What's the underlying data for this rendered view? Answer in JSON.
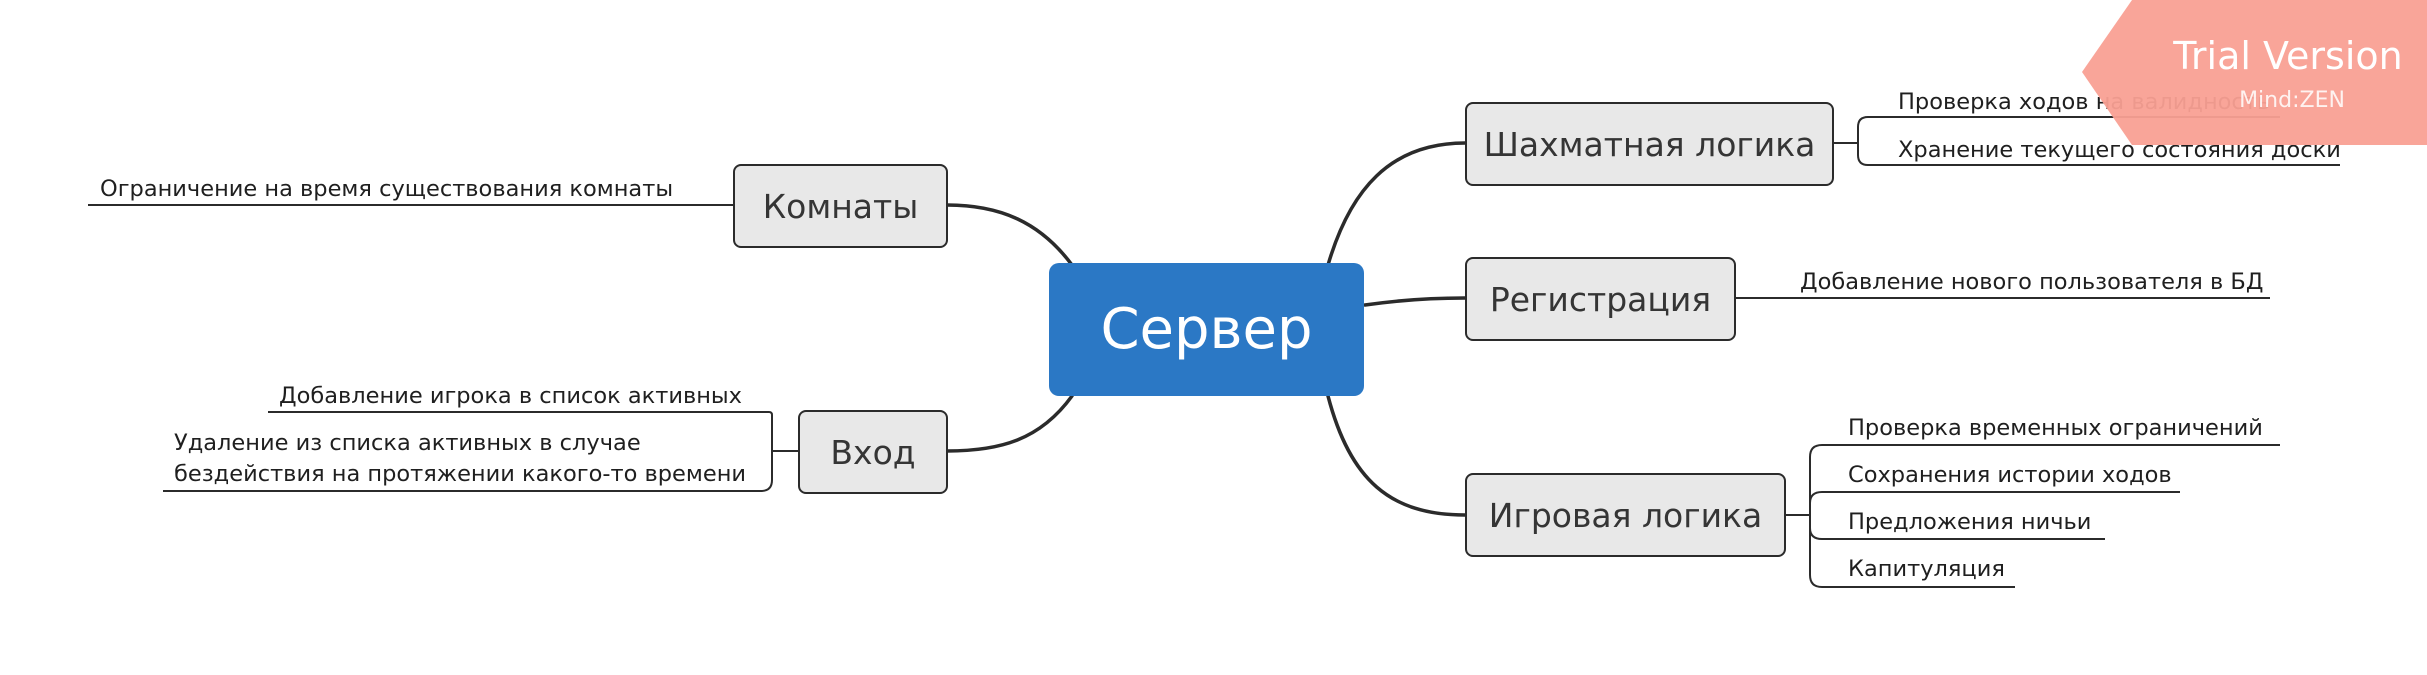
{
  "diagram": {
    "root": "Сервер",
    "branches": {
      "rooms": {
        "label": "Комнаты",
        "leaves": [
          "Ограничение на время существования комнаты"
        ]
      },
      "login": {
        "label": "Вход",
        "leaves": [
          "Добавление игрока в список активных",
          "Удаление из списка активных в случае",
          "бездействия на протяжении какого-то времени"
        ]
      },
      "chess_logic": {
        "label": "Шахматная логика",
        "leaves": [
          "Проверка ходов на валидность",
          "Хранение текущего состояния доски"
        ]
      },
      "registration": {
        "label": "Регистрация",
        "leaves": [
          "Добавление нового пользователя в БД"
        ]
      },
      "game_logic": {
        "label": "Игровая логика",
        "leaves": [
          "Проверка временных ограничений",
          "Сохранения истории ходов",
          "Предложения ничьи",
          "Капитуляция"
        ]
      }
    }
  },
  "watermark": {
    "title": "Trial Version",
    "subtitle": "Mind:ZEN",
    "color": "#f9a094"
  },
  "colors": {
    "root": "#2b78c5",
    "node_fill": "#e8e8e8",
    "line": "#2b2b2b"
  }
}
